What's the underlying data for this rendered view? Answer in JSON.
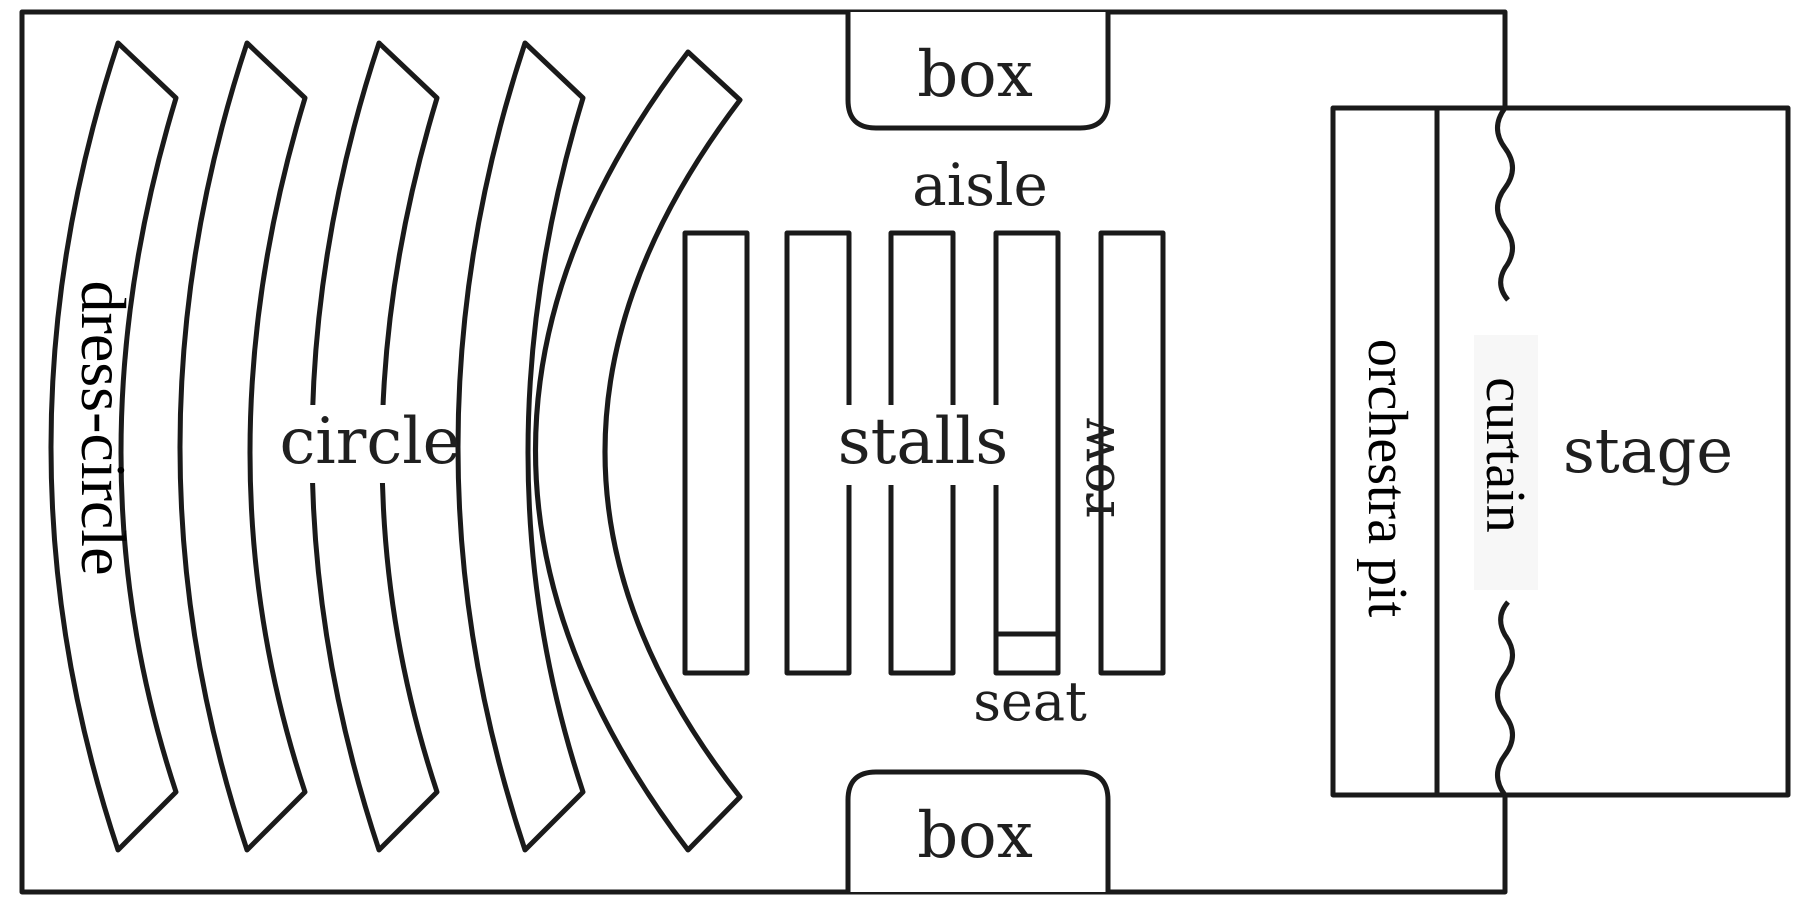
{
  "labels": {
    "dress_circle": "dress-circle",
    "circle": "circle",
    "stalls": "stalls",
    "row": "row",
    "seat": "seat",
    "aisle": "aisle",
    "box_top": "box",
    "box_bottom": "box",
    "orchestra_pit": "orchestra pit",
    "curtain": "curtain",
    "stage": "stage"
  },
  "colors": {
    "line": "#1a1a1a",
    "text": "#1f1f1f",
    "background": "#ffffff"
  }
}
